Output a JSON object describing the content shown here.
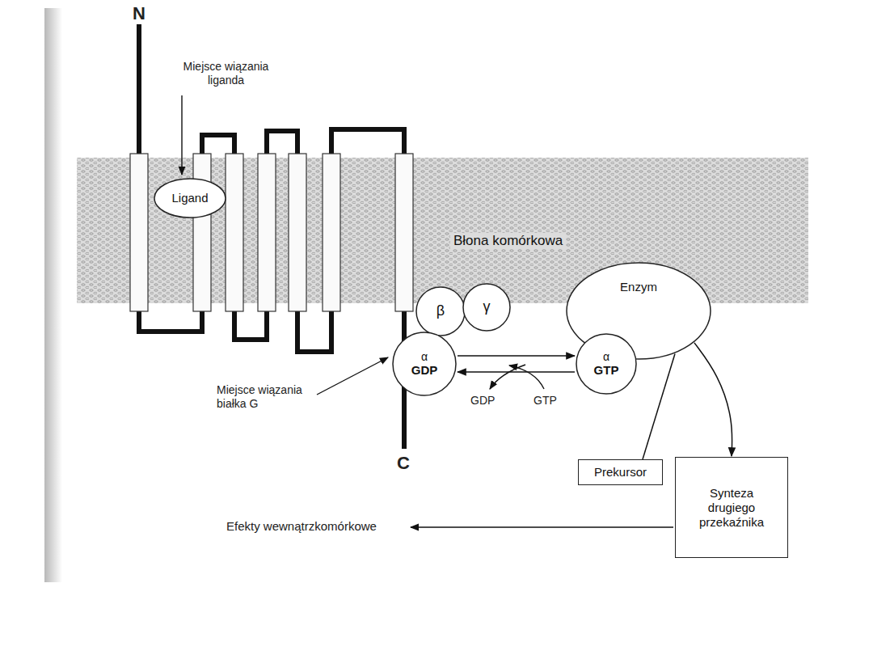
{
  "diagram": {
    "nodes": [
      {
        "text": [
          "Błona komórkowa"
        ]
      },
      {
        "text": [
          "Ligand"
        ],
        "in": 0
      },
      {
        "text": [
          "β"
        ]
      },
      {
        "text": [
          "γ"
        ]
      },
      {
        "text": [
          "α",
          "GDP"
        ]
      },
      {
        "text": [
          "Enzym"
        ]
      },
      {
        "text": [
          "α",
          "GTP"
        ]
      },
      {
        "text": [
          "Prekursor"
        ]
      },
      {
        "text": [
          "Synteza drugiego przekaźnika"
        ]
      }
    ],
    "edges": [
      {
        "from": 4,
        "to": 6,
        "arrow": "to"
      },
      {
        "from": 6,
        "to": 4,
        "arrow": "to"
      },
      {
        "from": 5,
        "to": 7,
        "arrow": "none"
      },
      {
        "from": 5,
        "to": 8,
        "arrow": "to"
      }
    ],
    "labels": [
      "N",
      "Miejsce wiązania liganda",
      "Miejsce wiązania białka G",
      "GDP",
      "GTP",
      "C",
      "Efekty wewnątrzkomórkowe"
    ]
  }
}
